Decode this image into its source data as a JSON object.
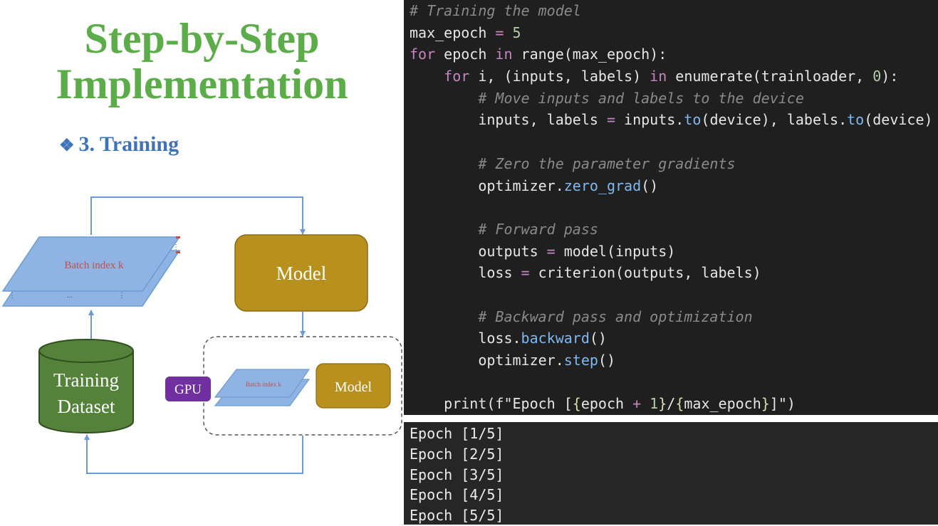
{
  "slide": {
    "title_line1": "Step-by-Step",
    "title_line2": "Implementation",
    "subtitle_bullet": "❖",
    "subtitle": "3. Training"
  },
  "diagram": {
    "batch_label": "Batch index k",
    "batch_small_label": "Batch index k",
    "model_label": "Model",
    "model_small_label": "Model",
    "gpu_label": "GPU",
    "dataset_line1": "Training",
    "dataset_line2": "Dataset",
    "ellipsis": "...",
    "colors": {
      "batch_fill": "#8fb4e3",
      "model_fill": "#b8901e",
      "gpu_fill": "#7030a0",
      "dataset_fill": "#54823a",
      "arrow": "#6b9bd1",
      "title_green": "#5cac4a",
      "subtitle_blue": "#3f73b8"
    }
  },
  "code": {
    "lines": [
      [
        [
          "cmt",
          "# Training the model"
        ]
      ],
      [
        [
          "",
          "max_epoch "
        ],
        [
          "op",
          "="
        ],
        [
          "",
          " "
        ],
        [
          "num",
          "5"
        ]
      ],
      [
        [
          "kw",
          "for"
        ],
        [
          "",
          " epoch "
        ],
        [
          "kw",
          "in"
        ],
        [
          "",
          " range(max_epoch):"
        ]
      ],
      [
        [
          "",
          "    "
        ],
        [
          "kw",
          "for"
        ],
        [
          "",
          " i, (inputs, labels) "
        ],
        [
          "kw",
          "in"
        ],
        [
          "",
          " enumerate(trainloader, "
        ],
        [
          "num",
          "0"
        ],
        [
          "",
          "):"
        ]
      ],
      [
        [
          "",
          "        "
        ],
        [
          "cmt",
          "# Move inputs and labels to the device"
        ]
      ],
      [
        [
          "",
          "        inputs, labels "
        ],
        [
          "op",
          "="
        ],
        [
          "",
          " inputs."
        ],
        [
          "fn",
          "to"
        ],
        [
          "",
          "(device), labels."
        ],
        [
          "fn",
          "to"
        ],
        [
          "",
          "(device)"
        ]
      ],
      [
        [
          "",
          ""
        ]
      ],
      [
        [
          "",
          "        "
        ],
        [
          "cmt",
          "# Zero the parameter gradients"
        ]
      ],
      [
        [
          "",
          "        optimizer."
        ],
        [
          "fn",
          "zero_grad"
        ],
        [
          "",
          "()"
        ]
      ],
      [
        [
          "",
          ""
        ]
      ],
      [
        [
          "",
          "        "
        ],
        [
          "cmt",
          "# Forward pass"
        ]
      ],
      [
        [
          "",
          "        outputs "
        ],
        [
          "op",
          "="
        ],
        [
          "",
          " model(inputs)"
        ]
      ],
      [
        [
          "",
          "        loss "
        ],
        [
          "op",
          "="
        ],
        [
          "",
          " criterion(outputs, labels)"
        ]
      ],
      [
        [
          "",
          ""
        ]
      ],
      [
        [
          "",
          "        "
        ],
        [
          "cmt",
          "# Backward pass and optimization"
        ]
      ],
      [
        [
          "",
          "        loss."
        ],
        [
          "fn",
          "backward"
        ],
        [
          "",
          "()"
        ]
      ],
      [
        [
          "",
          "        optimizer."
        ],
        [
          "fn",
          "step"
        ],
        [
          "",
          "()"
        ]
      ],
      [
        [
          "",
          ""
        ]
      ],
      [
        [
          "",
          "    print(f\"Epoch ["
        ],
        [
          "br",
          "{"
        ],
        [
          "",
          "epoch "
        ],
        [
          "op",
          "+"
        ],
        [
          "",
          " "
        ],
        [
          "num",
          "1"
        ],
        [
          "br",
          "}"
        ],
        [
          "",
          "/"
        ],
        [
          "br",
          "{"
        ],
        [
          "",
          "max_epoch"
        ],
        [
          "br",
          "}"
        ],
        [
          "",
          "]\")"
        ]
      ]
    ]
  },
  "output": {
    "lines": [
      "Epoch [1/5]",
      "Epoch [2/5]",
      "Epoch [3/5]",
      "Epoch [4/5]",
      "Epoch [5/5]"
    ]
  }
}
